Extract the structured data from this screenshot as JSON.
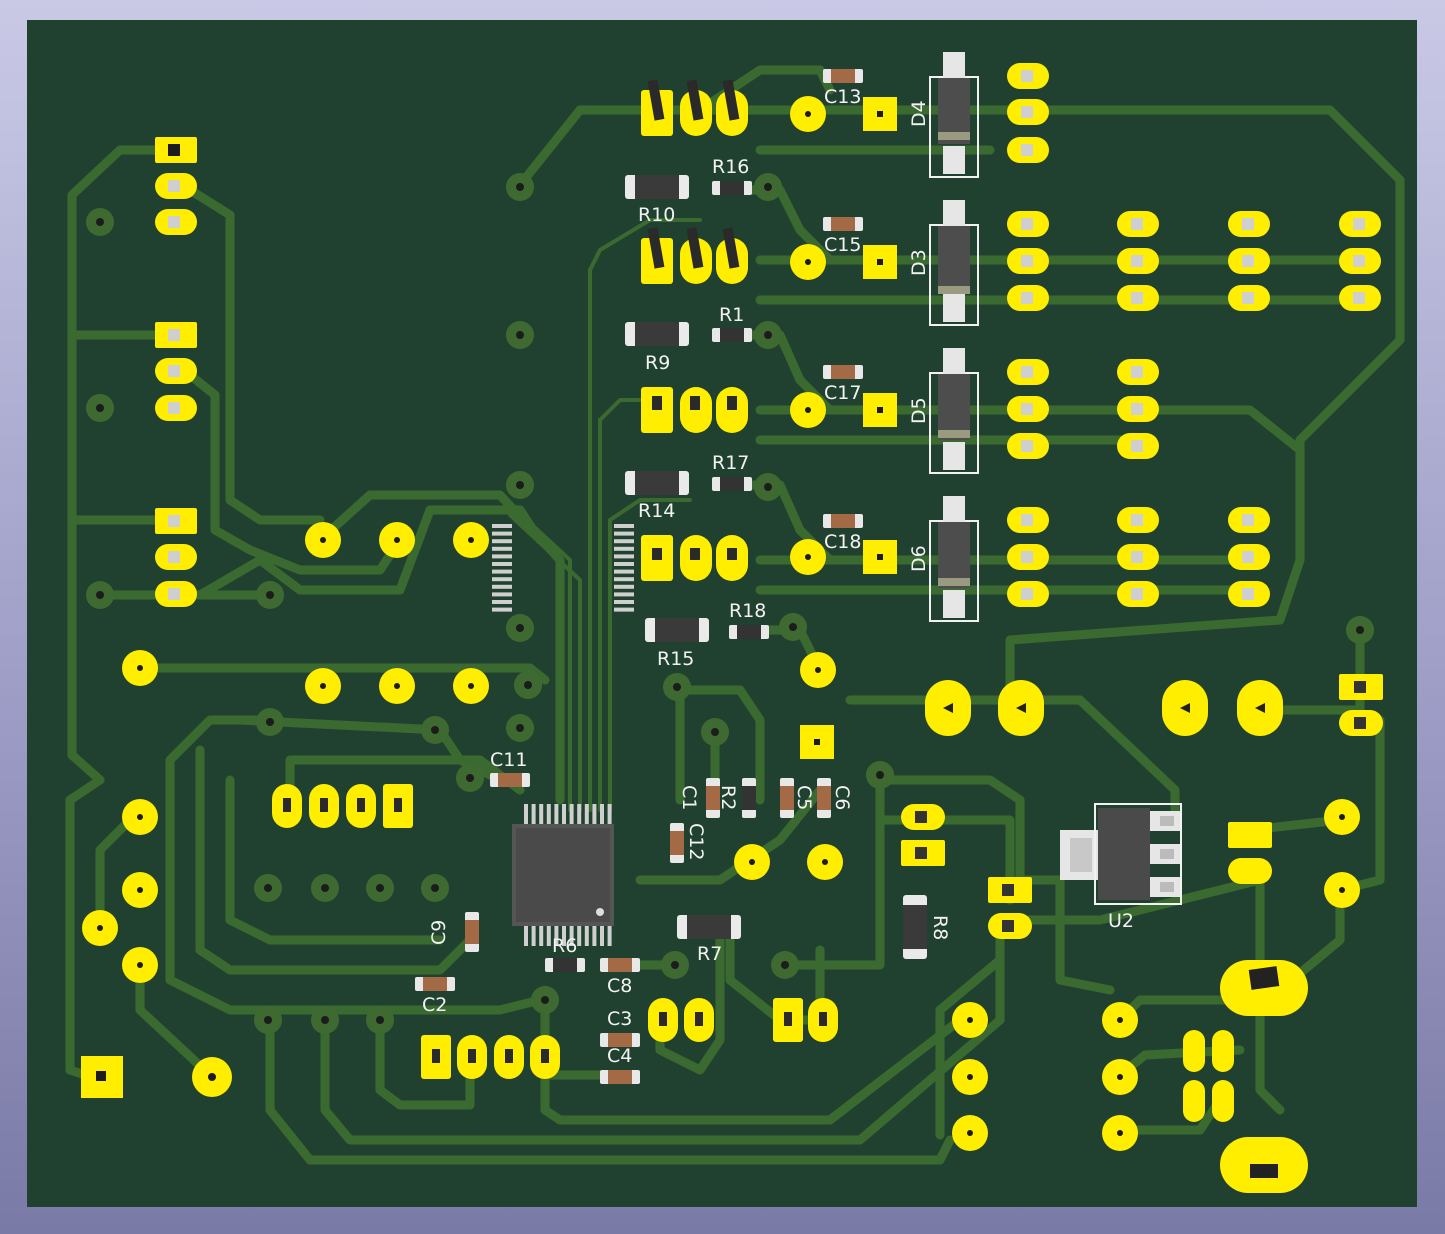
{
  "colors": {
    "board": "#214130",
    "trace": "#3a6a30",
    "pad": "#ffee00",
    "silkscreen": "#f2f2f2",
    "component_body": "#5a5a5a",
    "background_top": "#c9c9e6",
    "background_bottom": "#7a7aa6"
  },
  "labels": {
    "c13": "C13",
    "d4": "D4",
    "r16": "R16",
    "r10": "R10",
    "c15": "C15",
    "d3": "D3",
    "r1": "R1",
    "r9": "R9",
    "c17": "C17",
    "d5": "D5",
    "r17": "R17",
    "r14": "R14",
    "c18": "C18",
    "d6": "D6",
    "r18": "R18",
    "r15": "R15",
    "c11": "C11",
    "c1": "C1",
    "r2": "R2",
    "c5": "C5",
    "c6": "C6",
    "c12": "C12",
    "c9": "C9",
    "r6": "R6",
    "r7": "R7",
    "c8": "C8",
    "c2": "C2",
    "c3": "C3",
    "c4": "C4",
    "r8": "R8",
    "u2": "U2"
  }
}
